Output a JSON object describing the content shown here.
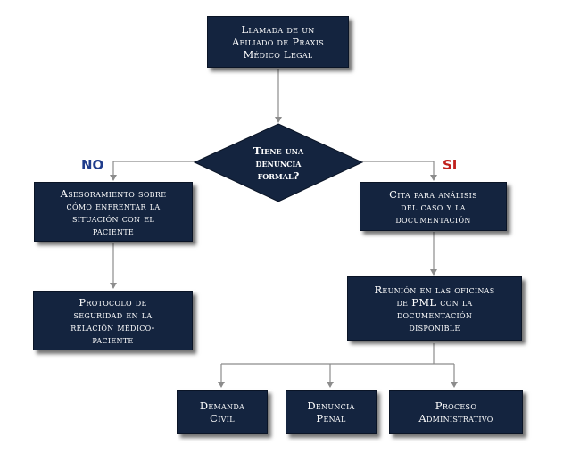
{
  "nodes": {
    "llamada": "Llamada de un\nAfiliado de Praxis\nMédico Legal",
    "decision": "Tiene una\ndenuncia\nformal?",
    "asesoramiento": "Asesoramiento sobre\ncómo enfrentar la\nsituación con el\npaciente",
    "cita": "Cita para análisis\ndel caso y la\ndocumentación",
    "protocolo": "Protocolo de\nseguridad en la\nrelación médico-\npaciente",
    "reunion": "Reunión en las oficinas\nde PML con la\ndocumentación\ndisponible",
    "demanda_civil": "Demanda\nCivil",
    "denuncia_penal": "Denuncia\nPenal",
    "proceso_administrativo": "Proceso\nAdministrativo"
  },
  "branches": {
    "no": "NO",
    "si": "SI"
  },
  "colors": {
    "box_fill": "#14243f",
    "connector": "#8c8c8c",
    "no_label": "#1f3c8c",
    "si_label": "#c0201c"
  }
}
